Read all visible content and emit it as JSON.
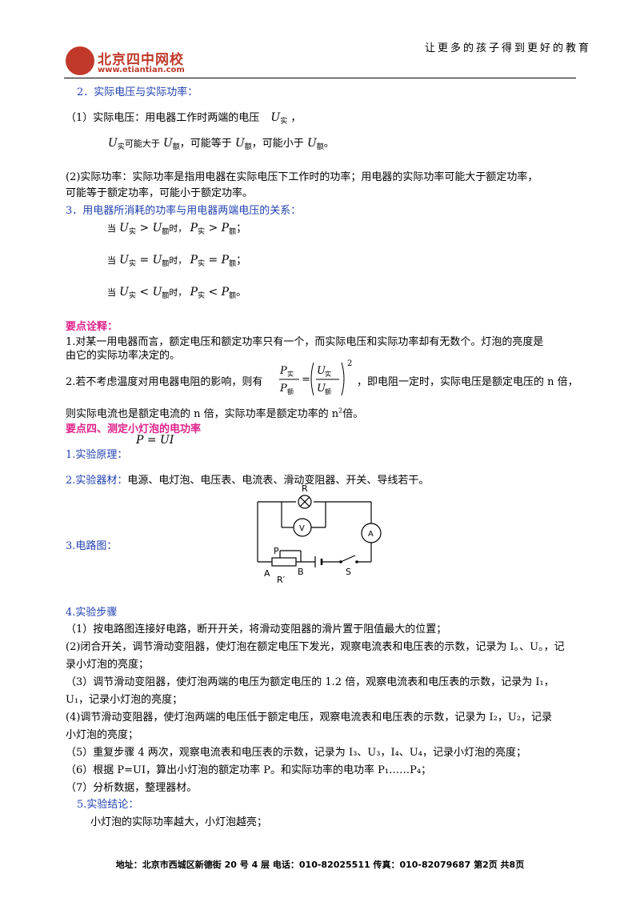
{
  "header": {
    "logo_name": "北京四中网校",
    "logo_url": "www.etiantian.com",
    "tagline": "让更多的孩子得到更好的教育"
  },
  "s2": {
    "title": "2．实际电压与实际功率：",
    "p1_label": "（1）实际电压：用电器工作时两端的电压",
    "u": "U",
    "sub_shi": "实",
    "sub_e": "额",
    "comma": "，",
    "l2_a": "可能大于",
    "l2_b": "，可能等于",
    "l2_c": "，可能小于",
    "l2_end": "。",
    "p2_line1": "(2)实际功率：实际功率是指用电器在实际电压下工作时的功率；用电器的实际功率可能大于额定功率，",
    "p2_line2": "可能等于额定功率，可能小于额定功率。"
  },
  "s3": {
    "title": "3．用电器所消耗的功率与用电器两端电压的关系：",
    "dang": "当",
    "shi": "时，",
    "rows": [
      {
        "op": ">",
        "end": "；"
      },
      {
        "op": "=",
        "end": "；"
      },
      {
        "op": "<",
        "end": "。"
      }
    ],
    "p": "P"
  },
  "keypoints": {
    "title": "要点诠释：",
    "k1_line1": "1.对某一用电器而言，额定电压和额定功率只有一个，而实际电压和实际功率却有无数个。灯泡的亮度是",
    "k1_line2": "由它的实际功率决定的。",
    "k2_a": "2.若不考虑温度对用电器电阻的影响，则有",
    "k2_b": "，即电阻一定时，实际电压是额定电压的 n 倍，",
    "k2_line2_a": "则实际电流也是额定电流的 n 倍，实际功率是额定功率的 n",
    "k2_line2_sup": "2",
    "k2_line2_b": "倍。",
    "exp": "2"
  },
  "s4": {
    "title": "要点四、测定小灯泡的电功率",
    "formula": "P = UI",
    "i1": "1.实验原理：",
    "i2": "2.实验器材：",
    "i2_text": "电源、电灯泡、电压表、电流表、滑动变阻器、开关、导线若干。",
    "i3": "3.电路图：",
    "circuit": {
      "R": "R",
      "V": "V",
      "A": "A",
      "P": "P",
      "A2": "A",
      "B": "B",
      "Rp": "R′",
      "S": "S"
    },
    "i4": "4.实验步骤",
    "steps": [
      "（1）按电路图连接好电路，断开开关，将滑动变阻器的滑片置于阻值最大的位置；",
      "(2)闭合开关，调节滑动变阻器，使灯泡在额定电压下发光，观察电流表和电压表的示数，记录为 I。、U。，记",
      "录小灯泡的亮度；",
      "（3）调节滑动变阻器，使灯泡两端的电压为额定电压的 1.2 倍，观察电流表和电压表的示数，记录为 I₁，",
      "U₁，记录小灯泡的亮度；",
      "(4)调节滑动变阻器，使灯泡两端的电压低于额定电压，观察电流表和电压表的示数，记录为 I₂，U₂，记录",
      "小灯泡的亮度；",
      "（5）重复步骤 4 两次，观察电流表和电压表的示数，记录为 I₃、U₃，I₄、U₄，记录小灯泡的亮度；",
      "（6）根据 P=UI，算出小灯泡的额定功率 P。和实际功率的电功率 P₁……P₄；",
      "（7）分析数据，整理器材。"
    ],
    "i5": "5.实验结论：",
    "conclusion": "小灯泡的实际功率越大，小灯泡越亮；"
  },
  "footer": {
    "text": "地址：北京市西城区新德街 20 号 4 层  电话：010-82025511  传真：010-82079687    第2页  共8页"
  }
}
